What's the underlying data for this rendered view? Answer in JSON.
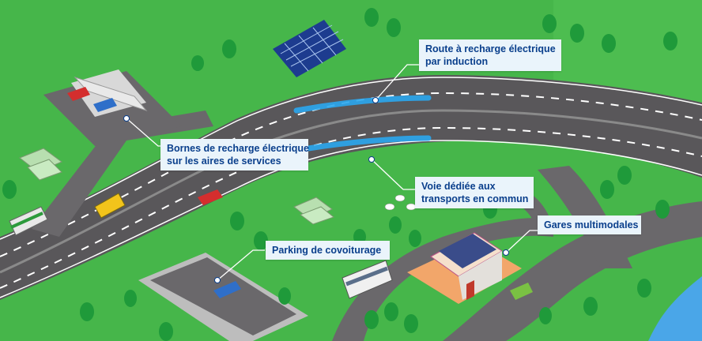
{
  "callouts": {
    "route_induction": {
      "line1": "Route à recharge électrique",
      "line2": "par induction"
    },
    "bornes": {
      "line1": "Bornes de recharge électrique",
      "line2": "sur les aires de services"
    },
    "voie_dediee": {
      "line1": "Voie dédiée aux",
      "line2": "transports en commun"
    },
    "gares": {
      "line1": "Gares multimodales"
    },
    "parking": {
      "line1": "Parking de covoiturage"
    }
  },
  "colors": {
    "grass": "#46b64a",
    "road": "#59575a",
    "lane_marking": "#ffffff",
    "induction_glow": "#2aa7ee",
    "callout_bg": "#eaf4fb",
    "callout_text": "#0a3f8c",
    "water": "#4aa6e8"
  },
  "icons": [
    "tree-icon",
    "solar-panel-icon",
    "bus-icon",
    "car-icon",
    "van-icon",
    "sheep-icon",
    "station-icon",
    "greenhouse-icon",
    "charging-station-icon"
  ]
}
